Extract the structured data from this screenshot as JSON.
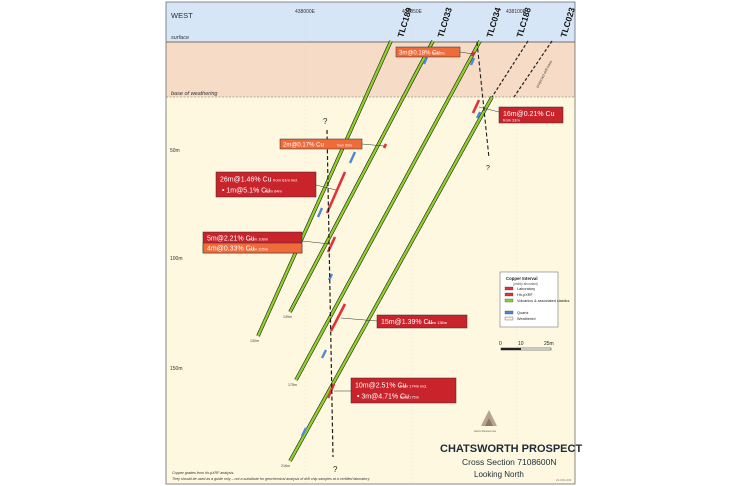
{
  "header": {
    "direction": "WEST",
    "eastings": [
      "438000E",
      "438050E",
      "438100E"
    ]
  },
  "zones": {
    "surface": "surface",
    "base_of_weathering": "base of weathering"
  },
  "depth_labels": [
    "50m",
    "100m",
    "150m"
  ],
  "holes": [
    {
      "id": "TLC189",
      "end_depth": "130m"
    },
    {
      "id": "TLC033",
      "end_depth": "139m"
    },
    {
      "id": "TLC034",
      "end_depth": "175m"
    },
    {
      "id": "TLC188",
      "end_depth": "216m"
    },
    {
      "id": "TLC023",
      "end_depth": ""
    }
  ],
  "annotations": {
    "projected_note": "projected drill trace"
  },
  "intercepts": [
    {
      "main": "3m@0.18% Cu",
      "from": "from 5m"
    },
    {
      "main": "16m@0.21% Cu",
      "from": "from 31m"
    },
    {
      "main": "2m@0.17% Cu",
      "from": "from 53m"
    },
    {
      "main": "26m@1.46% Cu",
      "from": "from 61m incl.",
      "incl": "• 1m@5.1% Cu",
      "incl_from": "from 84m"
    },
    {
      "main": "5m@2.21% Cu",
      "from": "from 108m",
      "line2": "4m@0.33% Cu",
      "line2_from": "from 105m"
    },
    {
      "main": "15m@1.39% Cu",
      "from": "from 136m"
    },
    {
      "main": "10m@2.51% Cu",
      "from": "from 174m incl.",
      "incl": "• 3m@4.71% Cu",
      "incl_from": "from 175m"
    }
  ],
  "legend": {
    "title": "Copper Interval",
    "subtitle": "(visibly abundant)",
    "items": [
      {
        "label": "Laboratory",
        "color": "#e0323a"
      },
      {
        "label": "Hh-pXRF",
        "color": "#e0323a"
      },
      {
        "label": "Volcanics & associated clastics",
        "color": "#8fd12a"
      },
      {
        "label": "Quartz",
        "color": "#4f86d9"
      },
      {
        "label": "Weathered",
        "color": "#f8ede0"
      }
    ]
  },
  "scale_bar": {
    "ticks": [
      "0",
      "10",
      "25m"
    ]
  },
  "title_block": {
    "title": "CHATSWORTH PROSPECT",
    "subtitle": "Cross Section 7108600N",
    "view": "Looking North",
    "logo_text": "Aeris Resources",
    "ref": "21-001-034"
  },
  "footnote": {
    "line1": "Copper grades from hh-pXRF analysis.",
    "line2": "They should be used as a guide only – not a substitute for geochemical analysis of drill chip samples at a certified laboratory"
  },
  "colors": {
    "sky": "#d7e6f7",
    "weathered": "#f6dcc6",
    "fresh": "#fdf8df",
    "trace": "#8fd12a",
    "quartz": "#4f86d9",
    "copper": "#e0323a",
    "callout": "#c9242c",
    "callout_orange": "#ef6b3a"
  }
}
